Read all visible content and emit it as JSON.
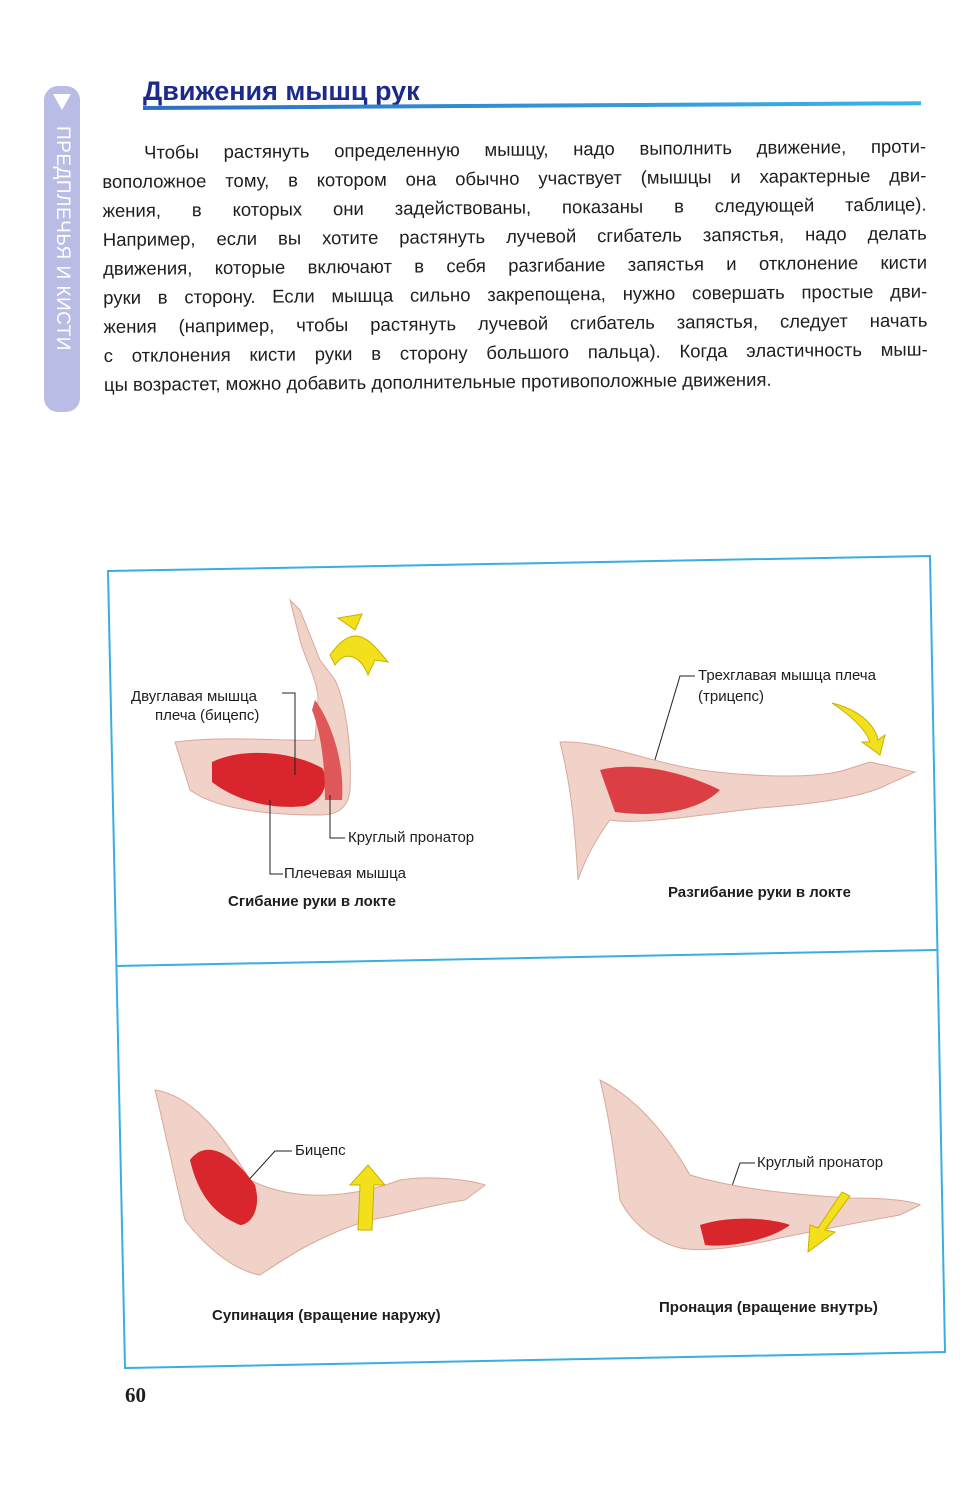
{
  "side_tab": {
    "label": "ПРЕДПЛЕЧЬЯ И КИСТИ",
    "icon": "triangle-right-icon"
  },
  "title": "Движения мышц рук",
  "paragraph_lines": [
    "Чтобы растянуть определенную мышцу, надо выполнить движение, проти-",
    "воположное тому, в котором она обычно участвует (мышцы и характерные дви-",
    "жения, в которых они задействованы, показаны в следующей таблице).",
    "Например, если вы хотите растянуть лучевой сгибатель запястья, надо делать",
    "движения, которые включают в себя разгибание запястья и отклонение кисти",
    "руки в сторону. Если мышца сильно закрепощена, нужно совершать простые дви-",
    "жения (например, чтобы растянуть лучевой сгибатель запястья, следует начать",
    "с отклонения кисти руки в сторону большого пальца). Когда эластичность мыш-",
    "цы возрастет, можно добавить дополнительные противоположные движения."
  ],
  "figures": {
    "flexion": {
      "label_biceps_1": "Двуглавая мышца",
      "label_biceps_2": "плеча (бицепс)",
      "label_pronator": "Круглый пронатор",
      "label_brachialis": "Плечевая мышца",
      "caption": "Сгибание руки в локте"
    },
    "extension": {
      "label_triceps_1": "Трехглавая мышца плеча",
      "label_triceps_2": "(трицепс)",
      "caption": "Разгибание руки в локте"
    },
    "supination": {
      "label_biceps": "Бицепс",
      "caption": "Супинация (вращение наружу)"
    },
    "pronation": {
      "label_pronator": "Круглый пронатор",
      "caption": "Пронация (вращение внутрь)"
    }
  },
  "page_number": "60",
  "colors": {
    "accent": "#1d2a8c",
    "frame": "#3aaee0",
    "muscle": "#d8262c",
    "arrow": "#f2e01c",
    "tab": "#b9bde6"
  }
}
